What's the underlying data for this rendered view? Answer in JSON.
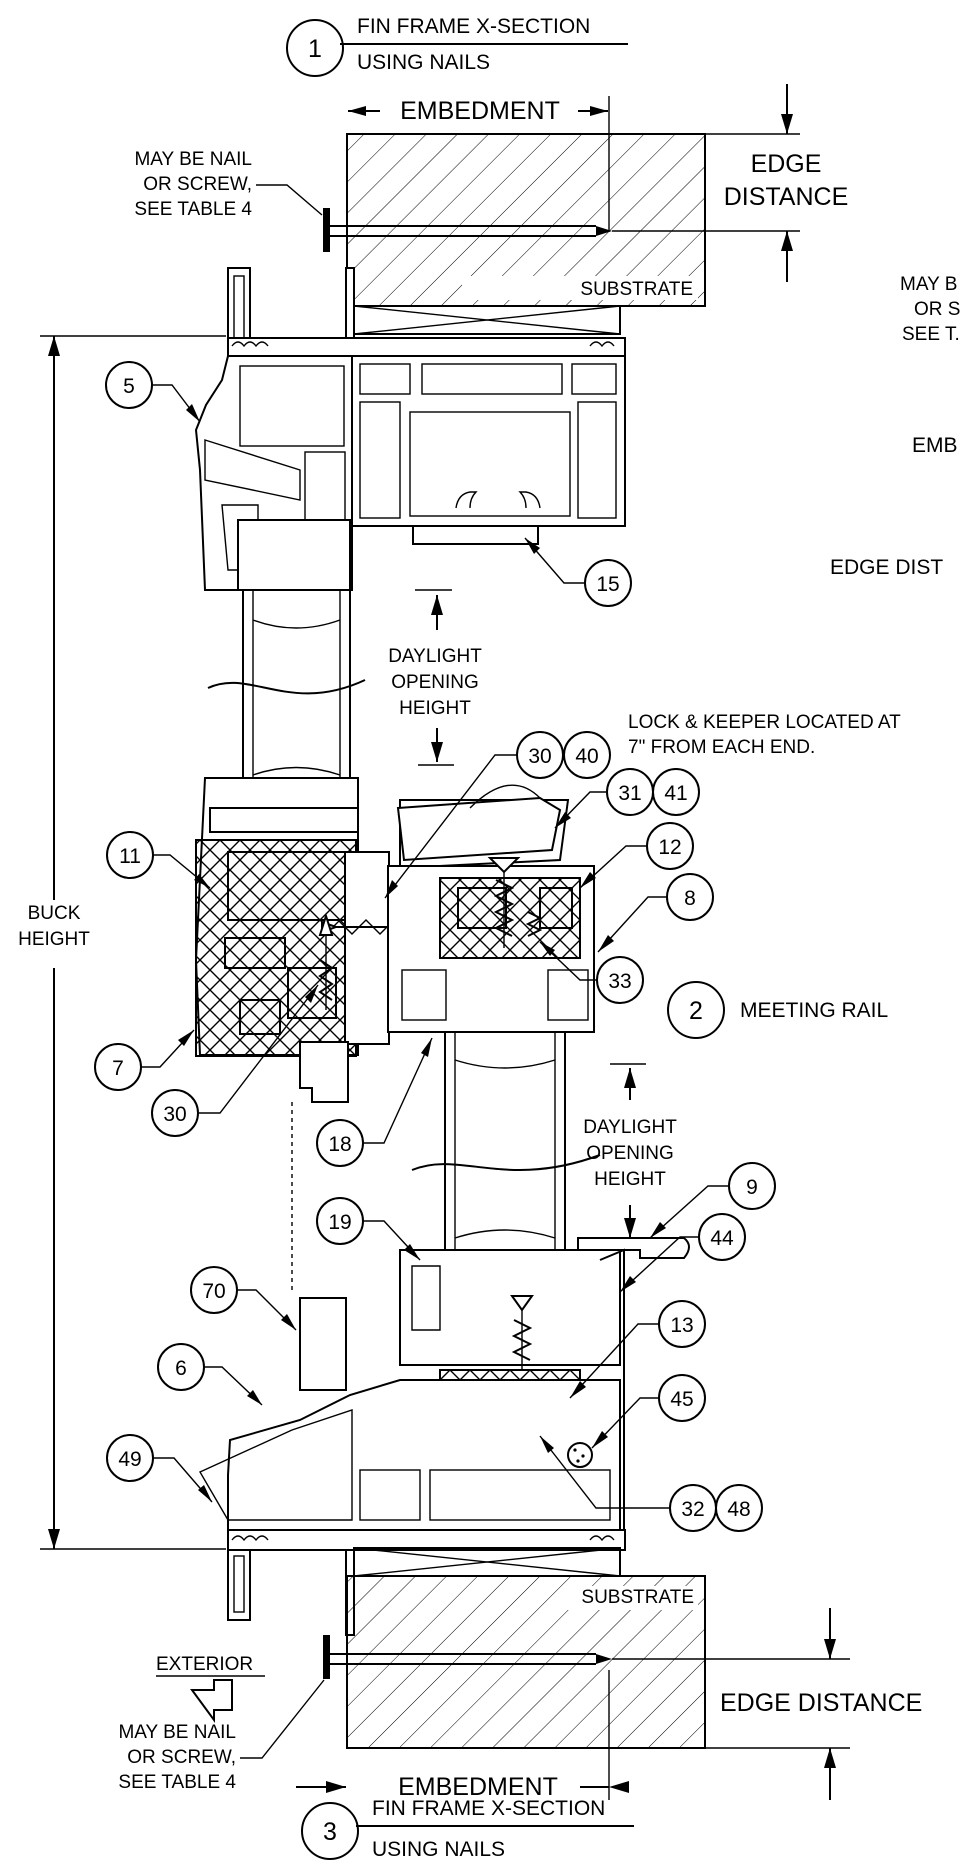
{
  "sections": {
    "top": {
      "number": "1",
      "title_line1": "FIN FRAME X-SECTION",
      "title_line2": "USING NAILS"
    },
    "meeting": {
      "number": "2",
      "title": "MEETING RAIL"
    },
    "bottom": {
      "number": "3",
      "title_line1": "FIN FRAME X-SECTION",
      "title_line2": "USING NAILS"
    }
  },
  "labels": {
    "embedment_top": "EMBEDMENT",
    "edge_distance_top_1": "EDGE",
    "edge_distance_top_2": "DISTANCE",
    "nail_note_top_1": "MAY BE NAIL",
    "nail_note_top_2": "OR SCREW,",
    "nail_note_top_3": "SEE TABLE 4",
    "substrate_top": "SUBSTRATE",
    "clipped_note_1": "MAY B",
    "clipped_note_2": "OR S",
    "clipped_note_3": "SEE T.",
    "clipped_embedment": "EMB",
    "clipped_edge": "EDGE DIST",
    "daylight_1": "DAYLIGHT",
    "daylight_2": "OPENING",
    "daylight_3": "HEIGHT",
    "lock_note_1": "LOCK & KEEPER LOCATED AT",
    "lock_note_2": "7\" FROM EACH END.",
    "buck_height_1": "BUCK",
    "buck_height_2": "HEIGHT",
    "substrate_bottom": "SUBSTRATE",
    "exterior": "EXTERIOR",
    "edge_distance_bottom": "EDGE DISTANCE",
    "nail_note_bottom_1": "MAY BE NAIL",
    "nail_note_bottom_2": "OR SCREW,",
    "nail_note_bottom_3": "SEE TABLE 4",
    "embedment_bottom": "EMBEDMENT"
  },
  "callouts": {
    "c5": "5",
    "c15": "15",
    "c30a": "30",
    "c40": "40",
    "c31": "31",
    "c41": "41",
    "c12": "12",
    "c11": "11",
    "c8": "8",
    "c33": "33",
    "c7": "7",
    "c30b": "30",
    "c18": "18",
    "c9": "9",
    "c44": "44",
    "c19": "19",
    "c13": "13",
    "c70": "70",
    "c6": "6",
    "c45": "45",
    "c49": "49",
    "c32": "32",
    "c48": "48"
  }
}
